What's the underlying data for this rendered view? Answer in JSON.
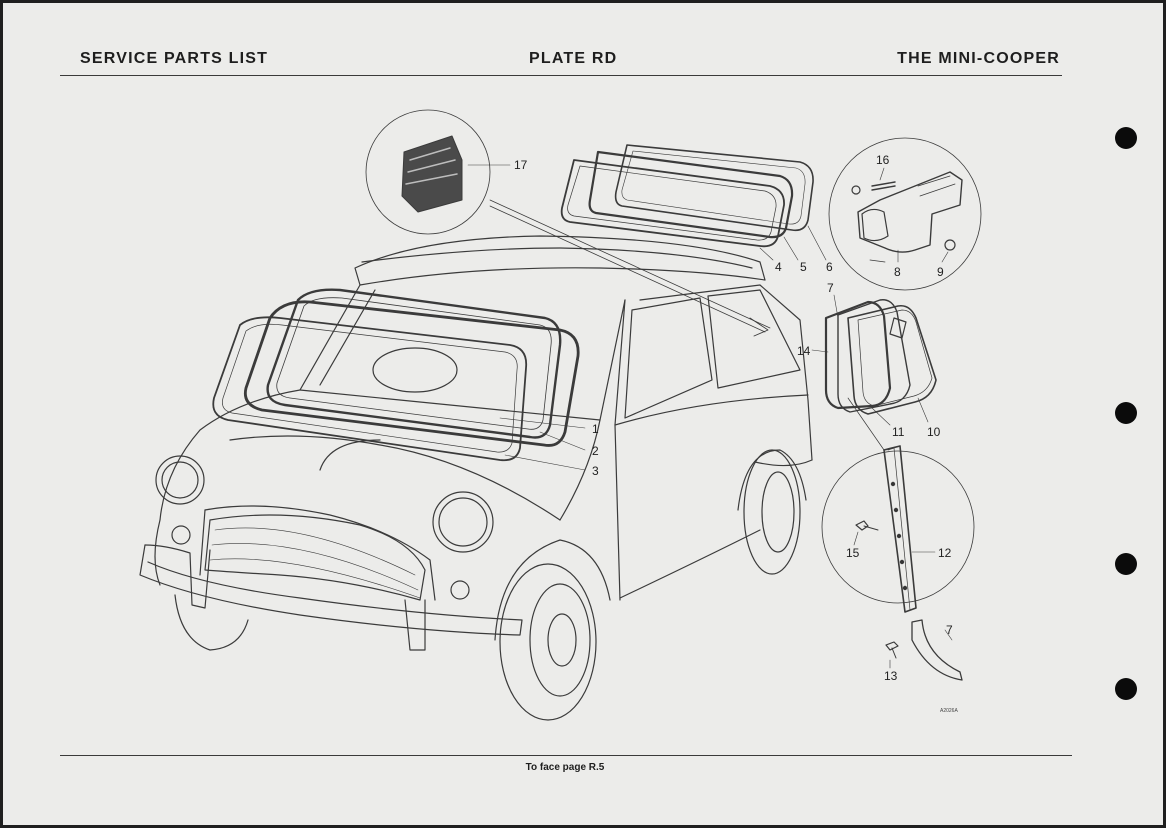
{
  "header": {
    "left": "SERVICE PARTS LIST",
    "center": "PLATE RD",
    "right": "THE MINI-COOPER"
  },
  "footer": "To face page R.5",
  "drawing_ref": "A2026A",
  "callouts": [
    "1",
    "2",
    "3",
    "4",
    "5",
    "6",
    "7",
    "8",
    "9",
    "10",
    "11",
    "12",
    "13",
    "14",
    "15",
    "16",
    "17",
    "7"
  ]
}
